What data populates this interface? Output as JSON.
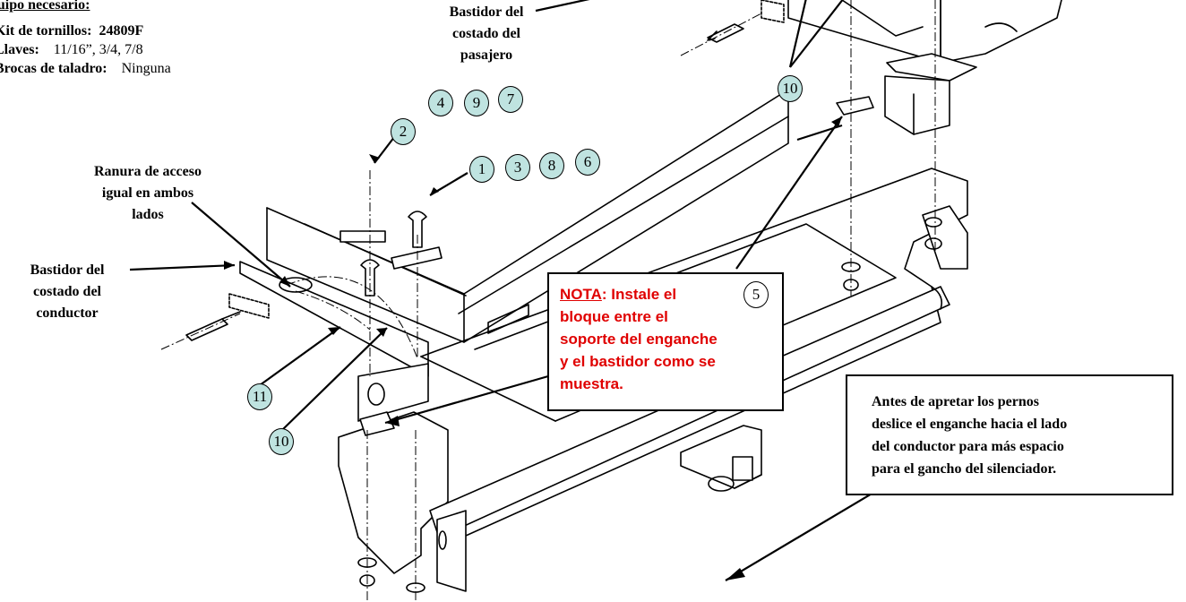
{
  "equipment": {
    "title": "quipo necesario:",
    "bolt_kit_label": "Kit de tornillos:",
    "bolt_kit_value": "24809F",
    "wrenches_label": "Llaves:",
    "wrenches_value": "11/16”, 3/4, 7/8",
    "drill_label": "Brocas de taladro:",
    "drill_value": "Ninguna"
  },
  "labels": {
    "passenger_frame": [
      "Bastidor del",
      "costado del",
      "pasajero"
    ],
    "access_slot": [
      "Ranura de acceso",
      "igual en ambos",
      "lados"
    ],
    "driver_frame": [
      "Bastidor del",
      "costado del",
      "conductor"
    ]
  },
  "note": {
    "heading": "NOTA",
    "text_first": ":  Instale el",
    "lines": [
      "bloque entre el",
      "soporte del enganche",
      "y el bastidor como se",
      "muestra."
    ]
  },
  "tip": {
    "lines": [
      "Antes de apretar los pernos",
      "deslice el enganche hacia el lado",
      "del conductor para más espacio",
      "para el gancho del silenciador."
    ]
  },
  "callouts": {
    "row_a": [
      "2",
      "4",
      "9",
      "7"
    ],
    "row_b": [
      "1",
      "3",
      "8",
      "6"
    ],
    "c10_top": "10",
    "c5": "5",
    "c11": "11",
    "c10_bottom": "10"
  }
}
